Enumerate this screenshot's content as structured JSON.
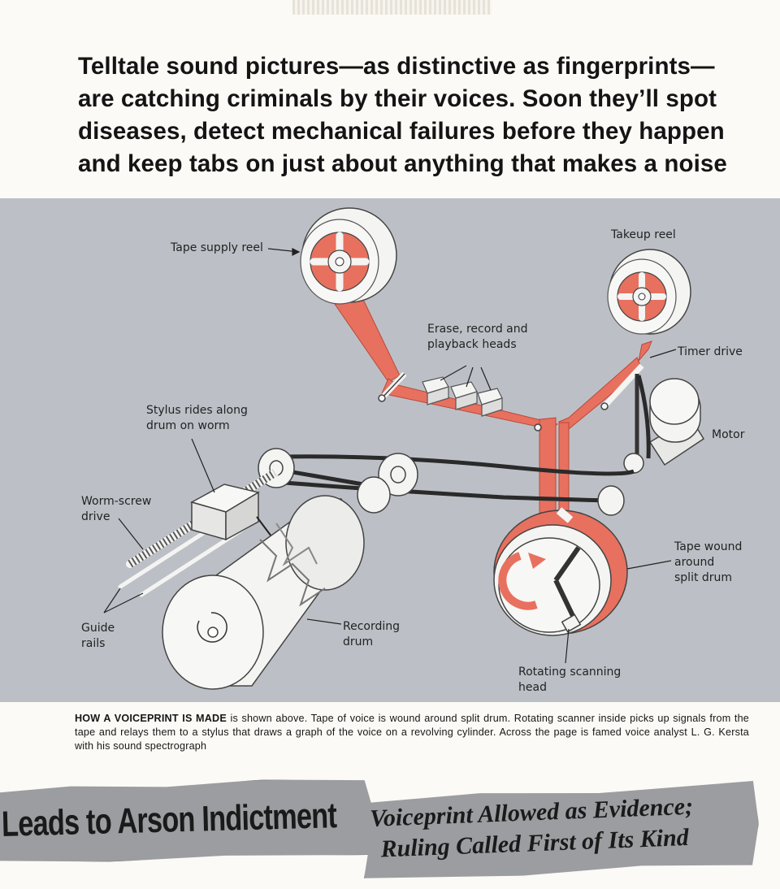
{
  "headline": {
    "lines": [
      "Telltale sound pictures—as distinctive as fingerprints—",
      "are catching criminals by their voices. Soon they’ll spot",
      "diseases, detect mechanical failures before they happen",
      "and keep tabs on just about anything that makes a noise"
    ]
  },
  "diagram": {
    "labels": {
      "tape_supply_reel": "Tape supply reel",
      "takeup_reel": "Takeup reel",
      "heads": "Erase, record and\nplayback heads",
      "timer_drive": "Timer drive",
      "stylus": "Stylus rides along\ndrum on worm",
      "motor": "Motor",
      "worm_screw": "Worm-screw\ndrive",
      "tape_wound": "Tape wound\naround\nsplit drum",
      "guide_rails": "Guide\nrails",
      "recording_drum": "Recording\ndrum",
      "scanning_head": "Rotating scanning\nhead"
    },
    "colors": {
      "background": "#bcc0c6",
      "tape": "#e8705f",
      "metal": "#f4f4f2",
      "belt": "#2a2a2a"
    }
  },
  "caption": {
    "lead": "HOW A VOICEPRINT IS MADE",
    "body": " is shown above. Tape of voice is wound around split drum. Rotating scanner inside picks up signals from the tape and relays them to a stylus that draws a graph of the voice on a revolving cylinder. Across the page is famed voice analyst L. G. Kersta with his sound spectrograph"
  },
  "clippings": {
    "left": "Leads to Arson Indictment",
    "right_line1": "Voiceprint Allowed as Evidence;",
    "right_line2": "Ruling Called First of Its Kind"
  }
}
